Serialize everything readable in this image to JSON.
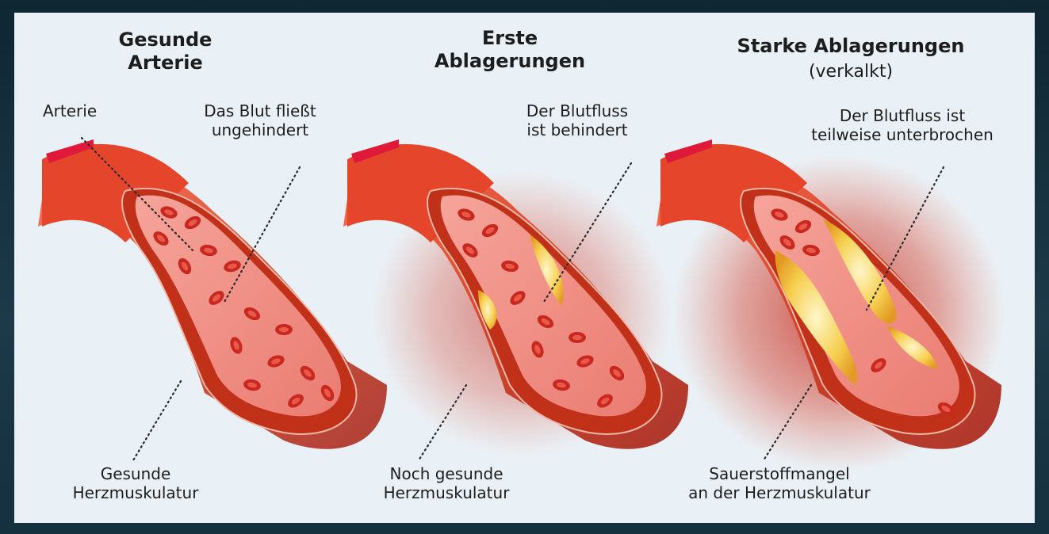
{
  "panels": [
    {
      "title": [
        "Gesunde",
        "Arterie"
      ],
      "callout_top_left": "Arterie",
      "callout_top_right": [
        "Das Blut fließt",
        "ungehindert"
      ],
      "callout_bottom": [
        "Gesunde",
        "Herzmuskulatur"
      ]
    },
    {
      "title": [
        "Erste",
        "Ablagerungen"
      ],
      "callout_top_right": [
        "Der Blutfluss",
        "ist behindert"
      ],
      "callout_bottom": [
        "Noch gesunde",
        "Herzmuskulatur"
      ]
    },
    {
      "title": [
        "Starke Ablagerungen"
      ],
      "subtitle": "(verkalkt)",
      "callout_top_right": [
        "Der Blutfluss ist",
        "teilweise unterbrochen"
      ],
      "callout_bottom": [
        "Sauerstoffmangel",
        "an der Herzmuskulatur"
      ]
    }
  ],
  "colors": {
    "background": "#eaf1f6",
    "frame": "#16303e",
    "artery_wall": "#c8321c",
    "lumen": "#f08f86",
    "blood_cell": "#d43a2e",
    "plaque": "#f4c64a",
    "glow": "#c21a0e"
  }
}
